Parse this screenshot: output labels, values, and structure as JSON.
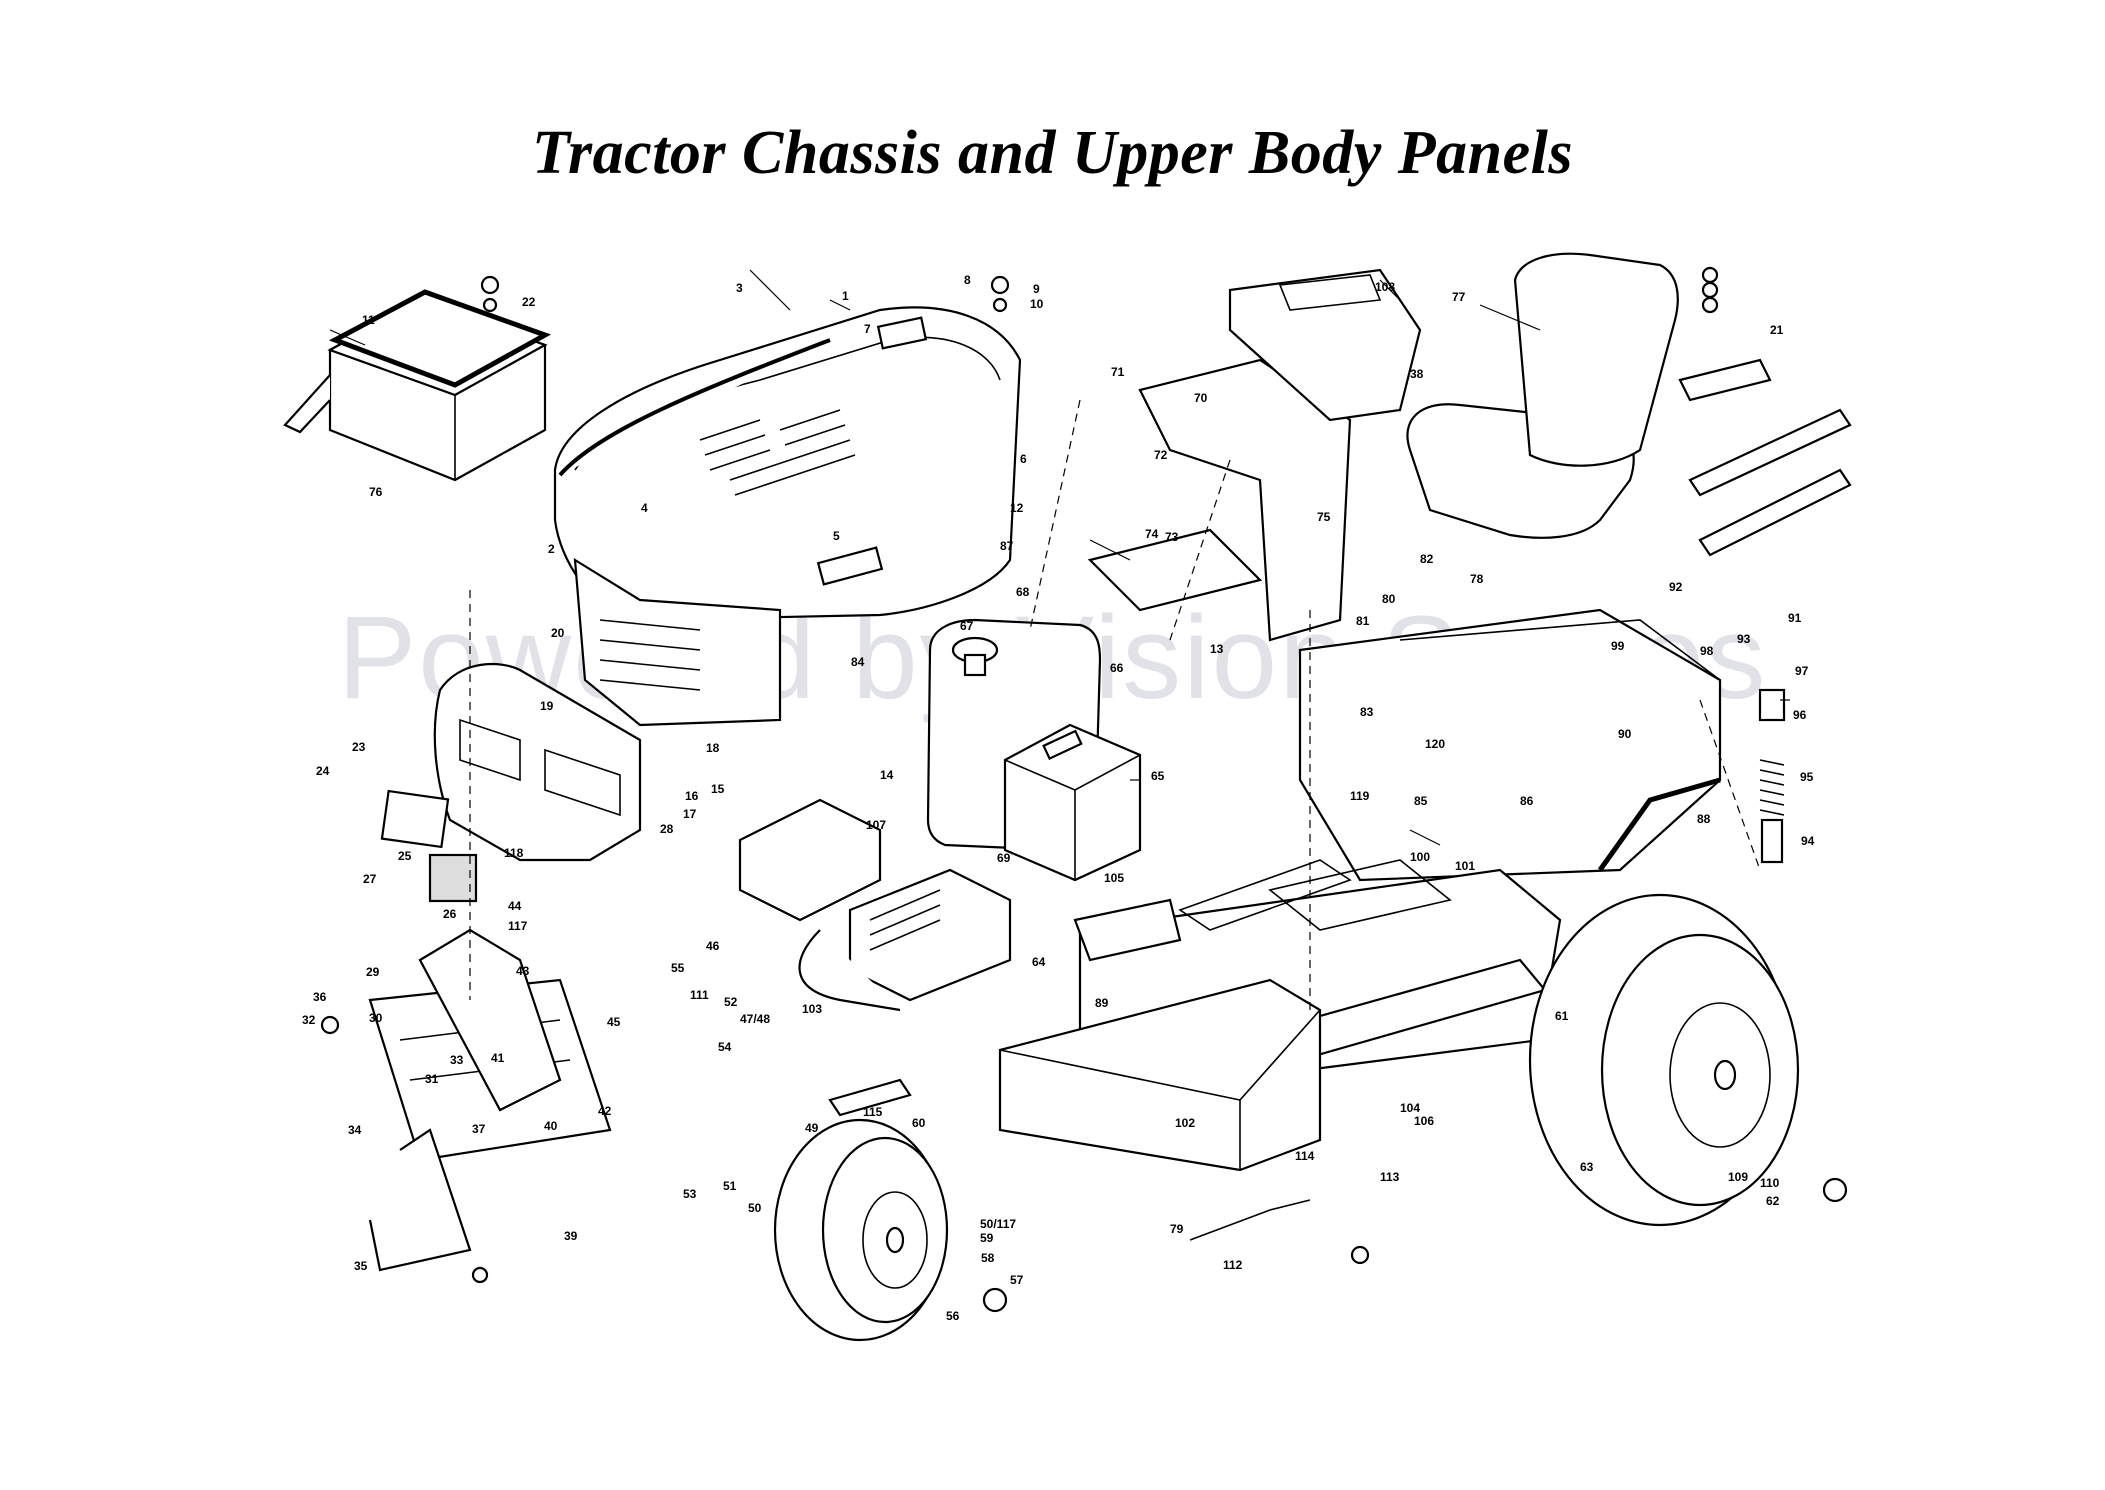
{
  "title": "Tractor Chassis and Upper Body Panels",
  "watermark": "Powered by Vision Spares",
  "callouts": [
    "1",
    "2",
    "3",
    "4",
    "5",
    "6",
    "7",
    "8",
    "9",
    "10",
    "11",
    "12",
    "13",
    "14",
    "15",
    "16",
    "17",
    "18",
    "19",
    "20",
    "21",
    "22",
    "23",
    "24",
    "25",
    "26",
    "27",
    "28",
    "29",
    "30",
    "31",
    "32",
    "33",
    "34",
    "35",
    "36",
    "37",
    "38",
    "39",
    "40",
    "41",
    "42",
    "43",
    "44",
    "45",
    "46",
    "47/48",
    "49",
    "50",
    "50/117",
    "51",
    "52",
    "53",
    "54",
    "55",
    "56",
    "57",
    "58",
    "59",
    "60",
    "61",
    "62",
    "63",
    "64",
    "65",
    "66",
    "67",
    "68",
    "69",
    "70",
    "71",
    "72",
    "73",
    "74",
    "75",
    "76",
    "77",
    "78",
    "79",
    "80",
    "81",
    "82",
    "83",
    "84",
    "85",
    "86",
    "87",
    "88",
    "89",
    "90",
    "91",
    "92",
    "93",
    "94",
    "95",
    "96",
    "97",
    "98",
    "99",
    "100",
    "101",
    "102",
    "103",
    "104",
    "105",
    "106",
    "107",
    "108",
    "109",
    "110",
    "111",
    "112",
    "113",
    "114",
    "115",
    "117",
    "118",
    "119",
    "120"
  ]
}
